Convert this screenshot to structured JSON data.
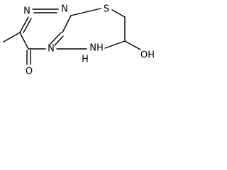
{
  "molecule": {
    "atoms": {
      "S": "S",
      "N1": "N",
      "N2": "N",
      "N4": "N",
      "NH": "NH",
      "H": "H",
      "OH": "OH",
      "O": "O"
    },
    "colors": {
      "bond": "#000000",
      "background": "#ffffff"
    }
  }
}
